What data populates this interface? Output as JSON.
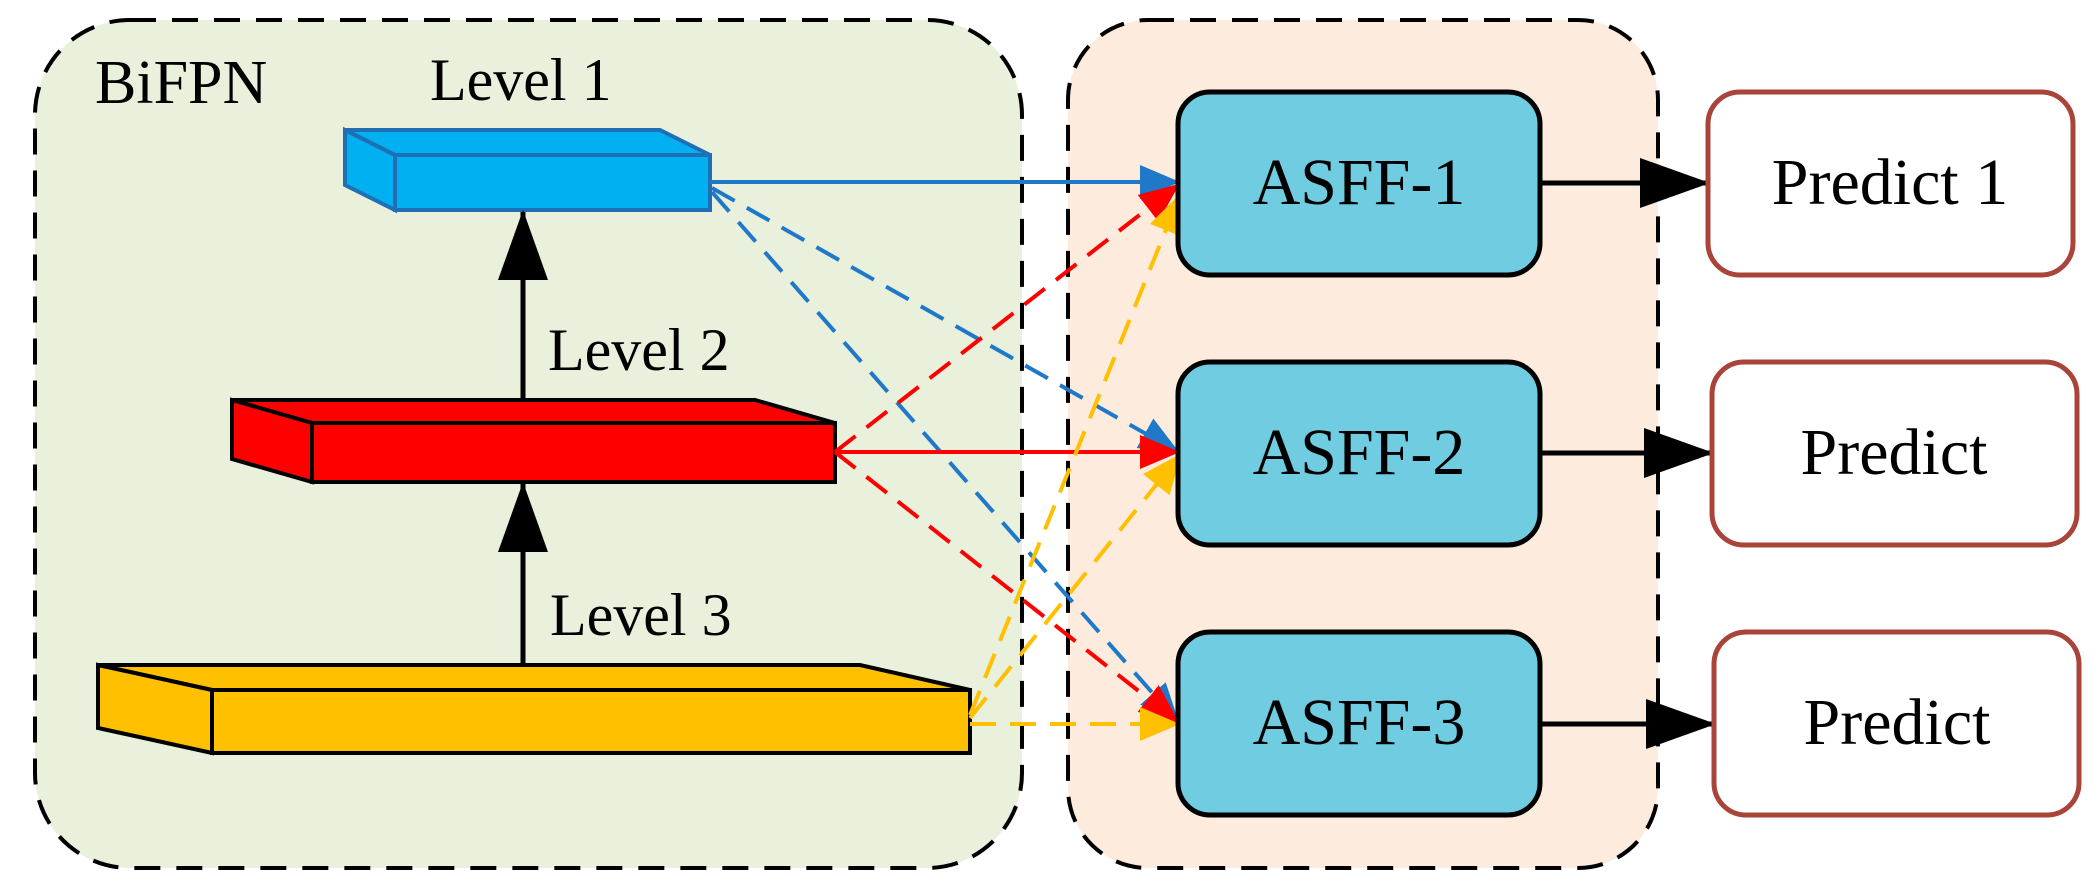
{
  "groups": {
    "bifpn": {
      "title": "BiFPN",
      "fill": "#E9F0DC"
    },
    "asff_group": {
      "fill": "#FDEBDD"
    }
  },
  "levels": [
    {
      "id": "level1",
      "label": "Level 1",
      "fill": "#00B0F0",
      "stroke": "#1F6FB5"
    },
    {
      "id": "level2",
      "label": "Level 2",
      "fill": "#FF0000",
      "stroke": "#000000"
    },
    {
      "id": "level3",
      "label": "Level 3",
      "fill": "#FFC000",
      "stroke": "#000000"
    }
  ],
  "asff_modules": [
    {
      "id": "asff1",
      "label": "ASFF-1"
    },
    {
      "id": "asff2",
      "label": "ASFF-2"
    },
    {
      "id": "asff3",
      "label": "ASFF-3"
    }
  ],
  "outputs": [
    {
      "id": "predict1",
      "label": "Predict 1"
    },
    {
      "id": "predict2",
      "label": "Predict"
    },
    {
      "id": "predict3",
      "label": "Predict"
    }
  ],
  "colors": {
    "asff_fill": "#70CCE0",
    "predict_border": "#A9443A",
    "blue_line": "#1F78C8",
    "red_line": "#FF0000",
    "yellow_line": "#FFC000",
    "black": "#000000"
  },
  "connections": [
    {
      "from": "level1",
      "to": "asff1",
      "style": "solid"
    },
    {
      "from": "level1",
      "to": "asff2",
      "style": "dashed"
    },
    {
      "from": "level1",
      "to": "asff3",
      "style": "dashed"
    },
    {
      "from": "level2",
      "to": "asff1",
      "style": "dashed"
    },
    {
      "from": "level2",
      "to": "asff2",
      "style": "solid"
    },
    {
      "from": "level2",
      "to": "asff3",
      "style": "dashed"
    },
    {
      "from": "level3",
      "to": "asff1",
      "style": "dashed"
    },
    {
      "from": "level3",
      "to": "asff2",
      "style": "dashed"
    },
    {
      "from": "level3",
      "to": "asff3",
      "style": "dashed"
    },
    {
      "from": "level3",
      "to": "level2",
      "style": "solid"
    },
    {
      "from": "level2",
      "to": "level1",
      "style": "solid"
    },
    {
      "from": "asff1",
      "to": "predict1",
      "style": "solid"
    },
    {
      "from": "asff2",
      "to": "predict2",
      "style": "solid"
    },
    {
      "from": "asff3",
      "to": "predict3",
      "style": "solid"
    }
  ]
}
